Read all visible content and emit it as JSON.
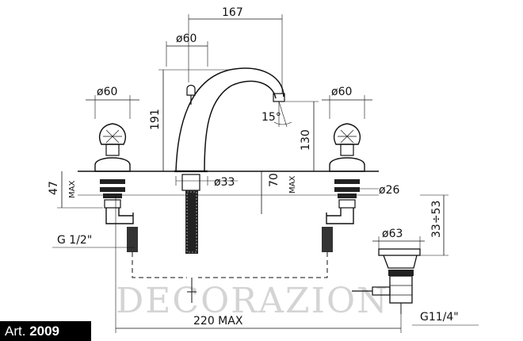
{
  "dimensions": {
    "d_167": "167",
    "d_dia60_center": "ø60",
    "d_dia60_left": "ø60",
    "d_dia60_right": "ø60",
    "d_191": "191",
    "d_130": "130",
    "d_15deg": "15°",
    "d_47": "47",
    "d_47_max": "MAX",
    "d_dia33": "ø33",
    "d_70": "70",
    "d_70_max": "MAX",
    "d_dia26": "ø26",
    "d_g12": "G 1/2\"",
    "d_dia63": "ø63",
    "d_33_53": "33÷53",
    "d_220max": "220 MAX",
    "d_g114": "G11/4\""
  },
  "watermark": "DECORAZION",
  "article": {
    "prefix": "Art.",
    "number": "2009"
  }
}
